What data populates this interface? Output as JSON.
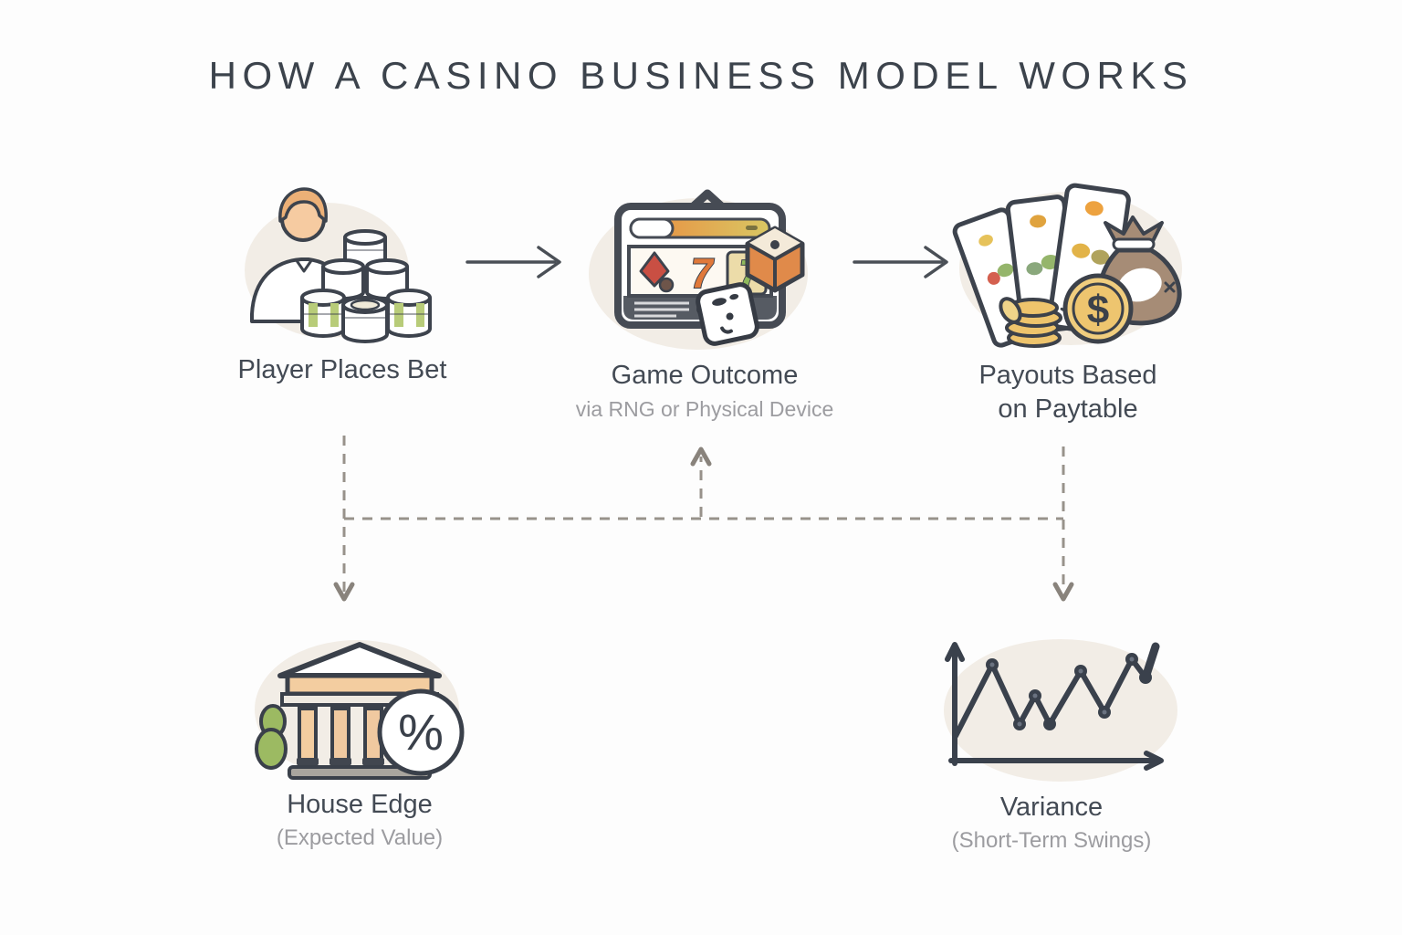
{
  "title": "HOW A CASINO BUSINESS MODEL WORKS",
  "flow": {
    "player": {
      "label": "Player Places Bet"
    },
    "outcome": {
      "label": "Game Outcome",
      "sublabel": "via RNG or Physical Device"
    },
    "payouts": {
      "label_line1": "Payouts Based",
      "label_line2": "on Paytable"
    }
  },
  "results": {
    "house_edge": {
      "label": "House Edge",
      "sublabel": "(Expected Value)"
    },
    "variance": {
      "label": "Variance",
      "sublabel": "(Short-Term Swings)"
    }
  },
  "glyphs": {
    "seven": "7",
    "percent": "%",
    "dollar": "$"
  },
  "icons": {
    "player": "player-with-chips-icon",
    "outcome": "slot-machine-dice-icon",
    "payouts": "cards-coins-moneybag-icon",
    "house_edge": "bank-percent-icon",
    "variance": "line-chart-icon"
  },
  "colors": {
    "ink": "#3D434D",
    "text_dark": "#434A54",
    "text_muted": "#9C9CA0",
    "arrow_solid": "#4A4F56",
    "dashed_line": "#98928B",
    "blob": "#F2EDE6",
    "orange": "#E0793A",
    "orange_cube": "#E08A4A",
    "green": "#8FB95C",
    "red": "#C94F43",
    "gold": "#EEC46C",
    "coin_face": "#F0CD7E",
    "bag_brown": "#A68C76",
    "peach": "#F3CDA0",
    "skin": "#F6CBA1",
    "bush_green": "#9CBA62",
    "chip_green": "#B8CC79"
  }
}
